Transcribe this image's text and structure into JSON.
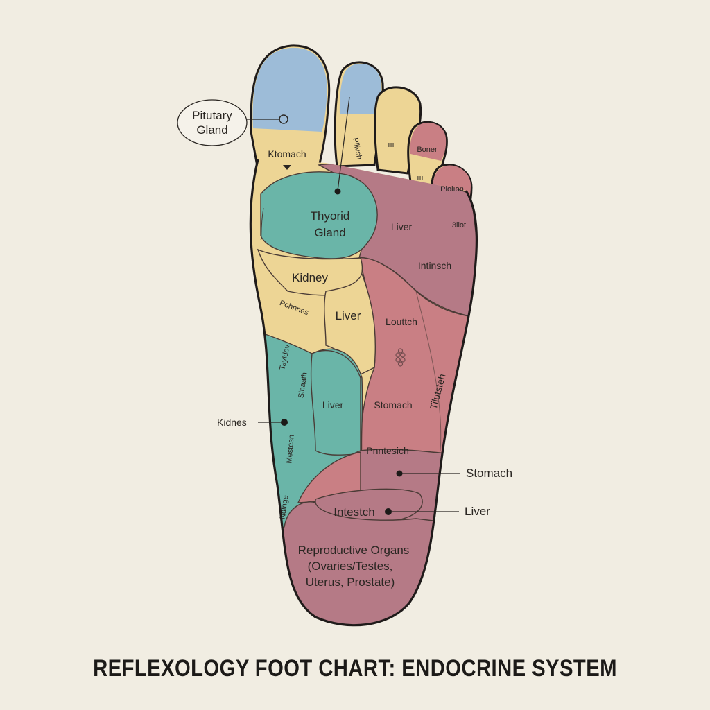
{
  "title": "REFLEXOLOGY FOOT CHART: ENDOCRINE SYSTEM",
  "colors": {
    "background": "#f1ede2",
    "blue": "#9dbcd8",
    "teal": "#6ab5a8",
    "yellow": "#edd595",
    "mauve": "#b57a86",
    "rose": "#c97f84",
    "outline": "#1f1b1a"
  },
  "labels": {
    "pituitary_line1": "Pitutary",
    "pituitary_line2": "Gland",
    "ktomach": "Ktomach",
    "toe2": "Pllivsh",
    "toe3": "ııı",
    "toe4": "Boner",
    "toe4b": "ııı",
    "toe5": "Ploiıon",
    "toe5b": "3llot",
    "thyroid_line1": "Thyorid",
    "thyroid_line2": "Gland",
    "liver_top": "Liver",
    "intinsch": "Intinsch",
    "kidney": "Kidney",
    "pohnnes": "Pohnnes",
    "liver_mid": "Liver",
    "louttch": "Louttch",
    "tayldov": "Tayldov",
    "slnaath": "Slnaath",
    "liver_low": "Liver",
    "stomach_mid": "Stomach",
    "tilutsteh": "Tilutsteh",
    "mestesh": "Mestesh",
    "pnntesich": "Pnntesich",
    "ndinge": "Ndinge",
    "intestch": "Intestch",
    "repro_line1": "Reproductive Organs",
    "repro_line2": "(Ovaries/Testes,",
    "repro_line3": "Uterus, Prostate)",
    "callout_kidnes": "Kidnes",
    "callout_stomach": "Stomach",
    "callout_liver": "Liver"
  }
}
